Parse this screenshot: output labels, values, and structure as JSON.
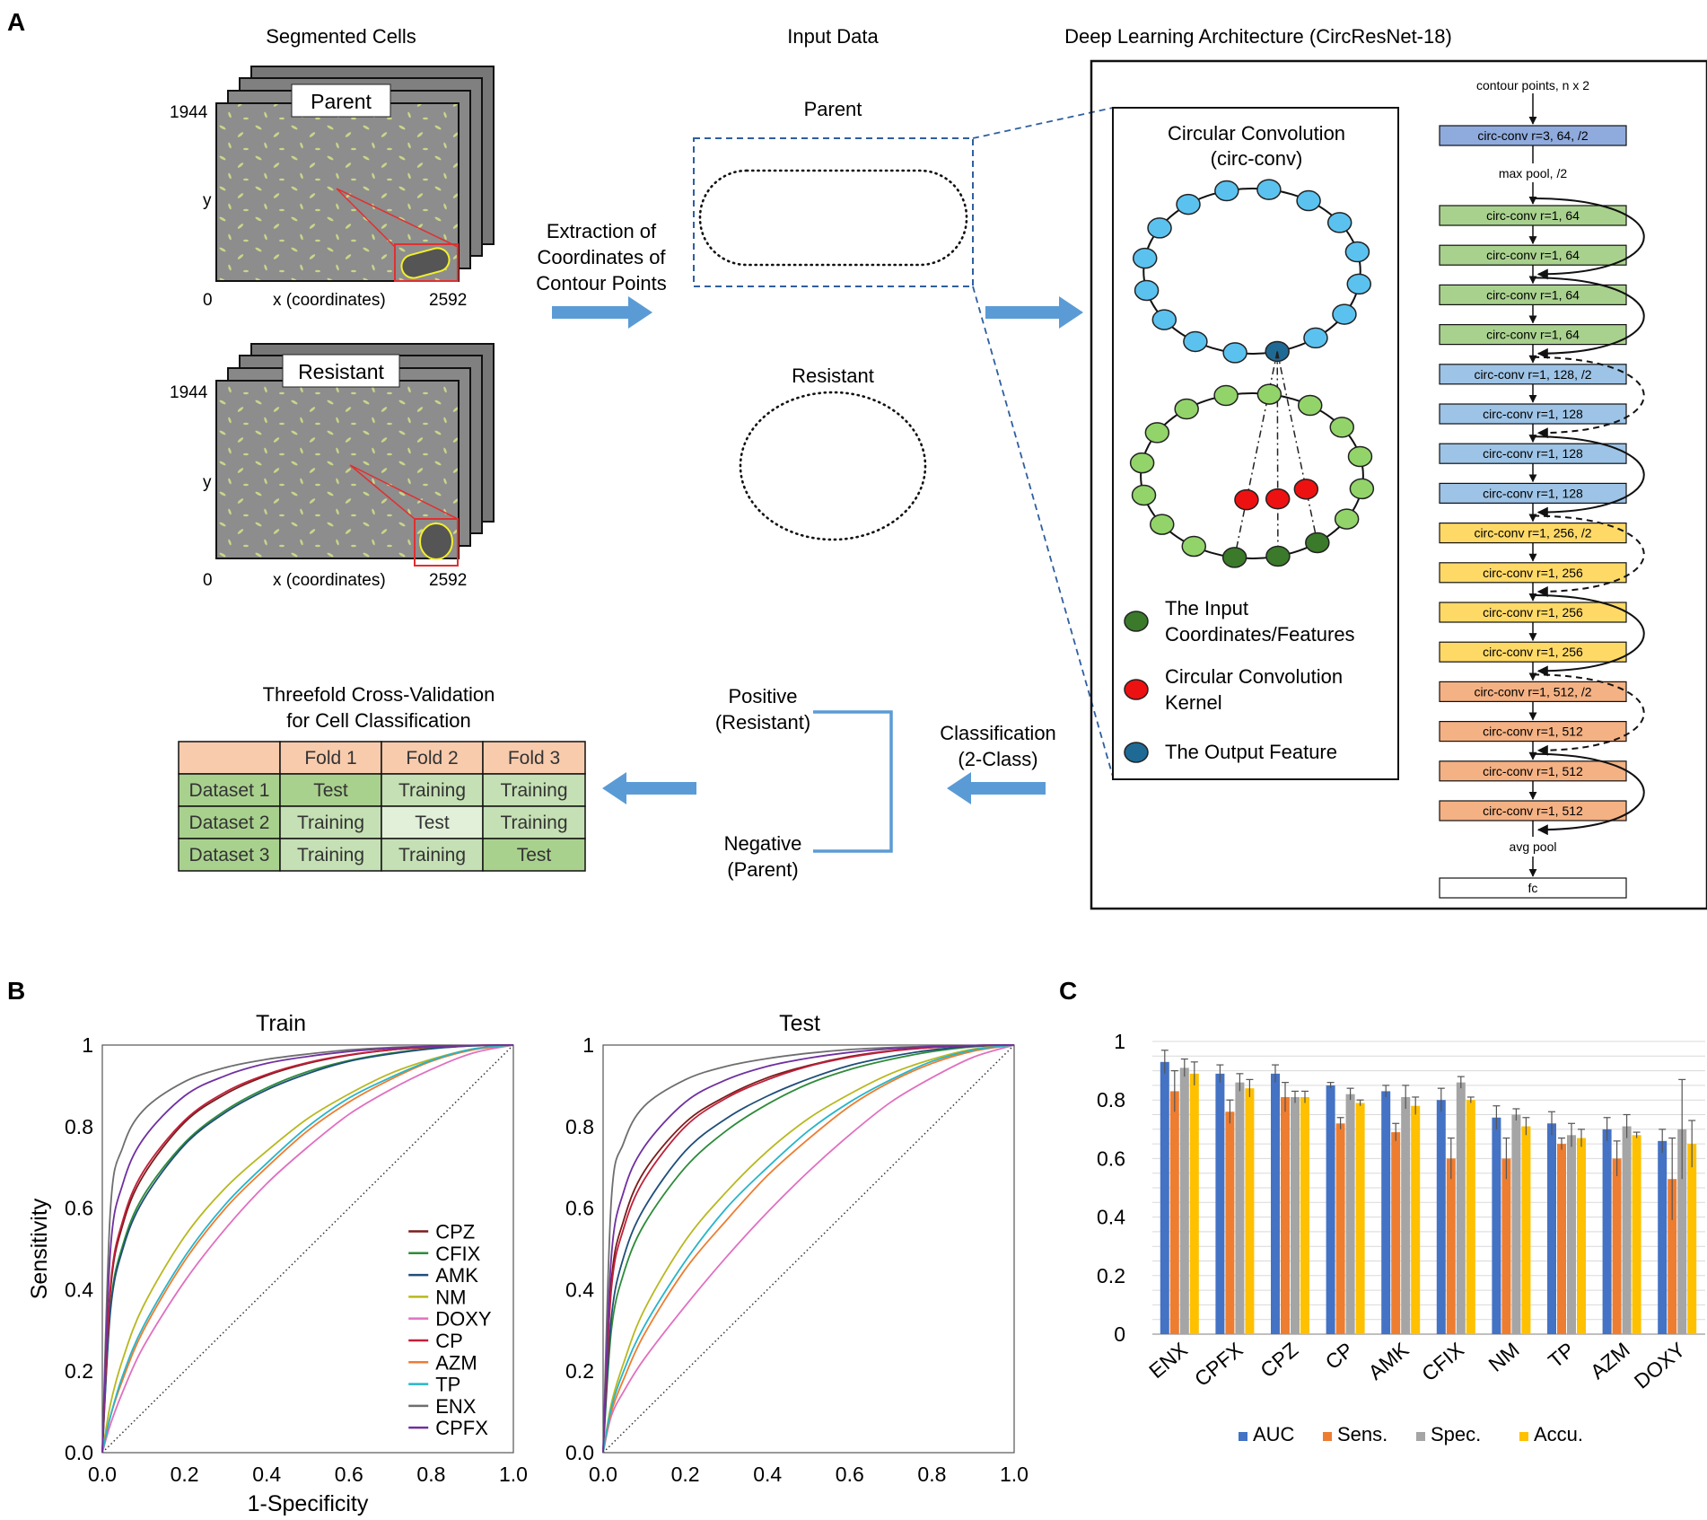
{
  "panel_labels": {
    "a": "A",
    "b": "B",
    "c": "C"
  },
  "panelA": {
    "segmented": {
      "heading": "Segmented Cells",
      "parent_label": "Parent",
      "resistant_label": "Resistant",
      "y_max": "1944",
      "y_label": "y",
      "x_min": "0",
      "x_label": "x (coordinates)",
      "x_max": "2592"
    },
    "input": {
      "heading": "Input Data",
      "parent": "Parent",
      "resistant": "Resistant",
      "extraction": [
        "Extraction of",
        "Coordinates of",
        "Contour Points"
      ]
    },
    "architecture": {
      "heading": "Deep Learning Architecture (CircResNet-18)",
      "circ_title": [
        "Circular Convolution",
        "(circ-conv)"
      ],
      "legend": [
        {
          "lines": [
            "The Input",
            "Coordinates/Features"
          ],
          "color": "#3a7a2a"
        },
        {
          "lines": [
            "Circular Convolution",
            "Kernel"
          ],
          "color": "#ee1111"
        },
        {
          "lines": [
            "The Output Feature"
          ],
          "color": "#1f6a95"
        }
      ],
      "input_label": "contour points, n x 2",
      "first_layer": {
        "label": "circ-conv r=3, 64, /2",
        "color": "#8faadc"
      },
      "max_pool": "max pool, /2",
      "layers": [
        {
          "label": "circ-conv r=1, 64",
          "color": "#a9d18e"
        },
        {
          "label": "circ-conv r=1, 64",
          "color": "#a9d18e"
        },
        {
          "label": "circ-conv r=1, 64",
          "color": "#a9d18e"
        },
        {
          "label": "circ-conv r=1, 64",
          "color": "#a9d18e"
        },
        {
          "label": "circ-conv r=1, 128, /2",
          "color": "#9dc3e6"
        },
        {
          "label": "circ-conv r=1, 128",
          "color": "#9dc3e6"
        },
        {
          "label": "circ-conv r=1, 128",
          "color": "#9dc3e6"
        },
        {
          "label": "circ-conv r=1, 128",
          "color": "#9dc3e6"
        },
        {
          "label": "circ-conv r=1, 256, /2",
          "color": "#ffd966"
        },
        {
          "label": "circ-conv r=1, 256",
          "color": "#ffd966"
        },
        {
          "label": "circ-conv r=1, 256",
          "color": "#ffd966"
        },
        {
          "label": "circ-conv r=1, 256",
          "color": "#ffd966"
        },
        {
          "label": "circ-conv r=1, 512, /2",
          "color": "#f4b183"
        },
        {
          "label": "circ-conv r=1, 512",
          "color": "#f4b183"
        },
        {
          "label": "circ-conv r=1, 512",
          "color": "#f4b183"
        },
        {
          "label": "circ-conv r=1, 512",
          "color": "#f4b183"
        }
      ],
      "avg_pool": "avg pool",
      "fc": "fc"
    },
    "classification": {
      "label": [
        "Classification",
        "(2-Class)"
      ],
      "positive": [
        "Positive",
        "(Resistant)"
      ],
      "negative": [
        "Negative",
        "(Parent)"
      ]
    },
    "crossval": {
      "title": [
        "Threefold Cross-Validation",
        "for Cell Classification"
      ],
      "header": [
        "",
        "Fold 1",
        "Fold 2",
        "Fold 3"
      ],
      "rows": [
        [
          "Dataset 1",
          "Test",
          "Training",
          "Training"
        ],
        [
          "Dataset 2",
          "Training",
          "Test",
          "Training"
        ],
        [
          "Dataset 3",
          "Training",
          "Training",
          "Test"
        ]
      ]
    }
  },
  "chart_data": [
    {
      "type": "line",
      "title": "Train",
      "xlabel": "1-Specificity",
      "ylabel": "Sensitivity",
      "xlim": [
        0,
        1
      ],
      "ylim": [
        0,
        1
      ],
      "xticks": [
        "0.0",
        "0.2",
        "0.4",
        "0.6",
        "0.8",
        "1.0"
      ],
      "yticks": [
        "0.0",
        "0.2",
        "0.4",
        "0.6",
        "0.8",
        "1"
      ],
      "x": [
        0,
        0.02,
        0.05,
        0.1,
        0.2,
        0.3,
        0.4,
        0.5,
        0.6,
        0.7,
        0.8,
        0.9,
        1.0
      ],
      "legend_position": "lower-right",
      "series": [
        {
          "name": "CPZ",
          "color": "#7b1c1c",
          "values": [
            0,
            0.4,
            0.56,
            0.68,
            0.81,
            0.88,
            0.925,
            0.955,
            0.975,
            0.988,
            0.995,
            0.999,
            1
          ]
        },
        {
          "name": "CFIX",
          "color": "#2e8b3a",
          "values": [
            0,
            0.36,
            0.51,
            0.63,
            0.76,
            0.84,
            0.895,
            0.935,
            0.962,
            0.98,
            0.992,
            0.998,
            1
          ]
        },
        {
          "name": "AMK",
          "color": "#1f4e79",
          "values": [
            0,
            0.35,
            0.5,
            0.62,
            0.755,
            0.835,
            0.89,
            0.93,
            0.96,
            0.978,
            0.991,
            0.998,
            1
          ]
        },
        {
          "name": "NM",
          "color": "#b8b820",
          "values": [
            0,
            0.12,
            0.23,
            0.36,
            0.53,
            0.65,
            0.74,
            0.82,
            0.88,
            0.93,
            0.965,
            0.99,
            1
          ]
        },
        {
          "name": "DOXY",
          "color": "#e070c0",
          "values": [
            0,
            0.07,
            0.15,
            0.26,
            0.42,
            0.55,
            0.66,
            0.75,
            0.83,
            0.89,
            0.94,
            0.98,
            1
          ]
        },
        {
          "name": "CP",
          "color": "#c0203a",
          "values": [
            0,
            0.41,
            0.57,
            0.69,
            0.815,
            0.885,
            0.928,
            0.957,
            0.976,
            0.988,
            0.995,
            0.999,
            1
          ]
        },
        {
          "name": "AZM",
          "color": "#ed7d31",
          "values": [
            0,
            0.09,
            0.18,
            0.3,
            0.47,
            0.6,
            0.7,
            0.79,
            0.86,
            0.915,
            0.96,
            0.988,
            1
          ]
        },
        {
          "name": "TP",
          "color": "#27b5c8",
          "values": [
            0,
            0.09,
            0.19,
            0.31,
            0.48,
            0.61,
            0.71,
            0.8,
            0.87,
            0.92,
            0.962,
            0.99,
            1
          ]
        },
        {
          "name": "ENX",
          "color": "#6e6e6e",
          "values": [
            0,
            0.6,
            0.75,
            0.84,
            0.91,
            0.945,
            0.965,
            0.978,
            0.988,
            0.994,
            0.997,
            0.999,
            1
          ]
        },
        {
          "name": "CPFX",
          "color": "#7030a0",
          "values": [
            0,
            0.5,
            0.66,
            0.77,
            0.875,
            0.925,
            0.955,
            0.972,
            0.984,
            0.992,
            0.997,
            0.999,
            1
          ]
        }
      ]
    },
    {
      "type": "line",
      "title": "Test",
      "xlabel": "",
      "ylabel": "",
      "xlim": [
        0,
        1
      ],
      "ylim": [
        0,
        1
      ],
      "xticks": [
        "0.0",
        "0.2",
        "0.4",
        "0.6",
        "0.8",
        "1.0"
      ],
      "yticks": [
        "0.0",
        "0.2",
        "0.4",
        "0.6",
        "0.8",
        "1"
      ],
      "x": [
        0,
        0.02,
        0.05,
        0.1,
        0.2,
        0.3,
        0.4,
        0.5,
        0.6,
        0.7,
        0.8,
        0.9,
        1.0
      ],
      "series": [
        {
          "name": "CPZ",
          "color": "#7b1c1c",
          "values": [
            0,
            0.42,
            0.57,
            0.69,
            0.81,
            0.875,
            0.92,
            0.95,
            0.972,
            0.986,
            0.994,
            0.999,
            1
          ]
        },
        {
          "name": "CFIX",
          "color": "#2e8b3a",
          "values": [
            0,
            0.3,
            0.44,
            0.56,
            0.7,
            0.79,
            0.855,
            0.905,
            0.94,
            0.965,
            0.984,
            0.996,
            1
          ]
        },
        {
          "name": "AMK",
          "color": "#1f4e79",
          "values": [
            0,
            0.33,
            0.48,
            0.6,
            0.74,
            0.82,
            0.875,
            0.917,
            0.95,
            0.972,
            0.988,
            0.997,
            1
          ]
        },
        {
          "name": "NM",
          "color": "#b8b820",
          "values": [
            0,
            0.12,
            0.22,
            0.35,
            0.52,
            0.64,
            0.74,
            0.82,
            0.88,
            0.93,
            0.965,
            0.99,
            1
          ]
        },
        {
          "name": "DOXY",
          "color": "#e070c0",
          "values": [
            0,
            0.09,
            0.15,
            0.23,
            0.36,
            0.48,
            0.59,
            0.69,
            0.78,
            0.86,
            0.92,
            0.97,
            1
          ]
        },
        {
          "name": "CP",
          "color": "#c0203a",
          "values": [
            0,
            0.4,
            0.55,
            0.67,
            0.8,
            0.87,
            0.915,
            0.948,
            0.97,
            0.985,
            0.994,
            0.999,
            1
          ]
        },
        {
          "name": "AZM",
          "color": "#ed7d31",
          "values": [
            0,
            0.1,
            0.18,
            0.29,
            0.45,
            0.57,
            0.68,
            0.77,
            0.85,
            0.91,
            0.955,
            0.985,
            1
          ]
        },
        {
          "name": "TP",
          "color": "#27b5c8",
          "values": [
            0,
            0.11,
            0.2,
            0.31,
            0.47,
            0.6,
            0.7,
            0.79,
            0.86,
            0.915,
            0.96,
            0.988,
            1
          ]
        },
        {
          "name": "ENX",
          "color": "#6e6e6e",
          "values": [
            0,
            0.62,
            0.76,
            0.85,
            0.915,
            0.948,
            0.967,
            0.98,
            0.989,
            0.994,
            0.997,
            0.999,
            1
          ]
        },
        {
          "name": "CPFX",
          "color": "#7030a0",
          "values": [
            0,
            0.48,
            0.64,
            0.75,
            0.86,
            0.915,
            0.948,
            0.968,
            0.982,
            0.991,
            0.996,
            0.999,
            1
          ]
        }
      ]
    },
    {
      "type": "bar",
      "categories": [
        "ENX",
        "CPFX",
        "CPZ",
        "CP",
        "AMK",
        "CFIX",
        "NM",
        "TP",
        "AZM",
        "DOXY"
      ],
      "ylim": [
        0,
        1
      ],
      "yticks": [
        "0",
        "0.2",
        "0.4",
        "0.6",
        "0.8",
        "1"
      ],
      "grid": true,
      "legend_position": "bottom",
      "series": [
        {
          "name": "AUC",
          "color": "#4472c4",
          "values": [
            0.93,
            0.89,
            0.89,
            0.85,
            0.83,
            0.8,
            0.74,
            0.72,
            0.7,
            0.66
          ],
          "errors": [
            0.04,
            0.03,
            0.03,
            0.01,
            0.02,
            0.04,
            0.04,
            0.04,
            0.04,
            0.04
          ]
        },
        {
          "name": "Sens.",
          "color": "#ed7d31",
          "values": [
            0.83,
            0.76,
            0.81,
            0.72,
            0.69,
            0.6,
            0.6,
            0.65,
            0.6,
            0.53
          ],
          "errors": [
            0.07,
            0.04,
            0.05,
            0.02,
            0.03,
            0.07,
            0.07,
            0.02,
            0.06,
            0.14
          ]
        },
        {
          "name": "Spec.",
          "color": "#a5a5a5",
          "values": [
            0.91,
            0.86,
            0.81,
            0.82,
            0.81,
            0.86,
            0.75,
            0.68,
            0.71,
            0.7
          ],
          "errors": [
            0.03,
            0.03,
            0.02,
            0.02,
            0.04,
            0.02,
            0.02,
            0.04,
            0.04,
            0.17
          ]
        },
        {
          "name": "Accu.",
          "color": "#ffc000",
          "values": [
            0.89,
            0.84,
            0.81,
            0.79,
            0.78,
            0.8,
            0.71,
            0.67,
            0.68,
            0.65
          ],
          "errors": [
            0.04,
            0.03,
            0.02,
            0.01,
            0.03,
            0.01,
            0.03,
            0.03,
            0.01,
            0.08
          ]
        }
      ]
    }
  ]
}
